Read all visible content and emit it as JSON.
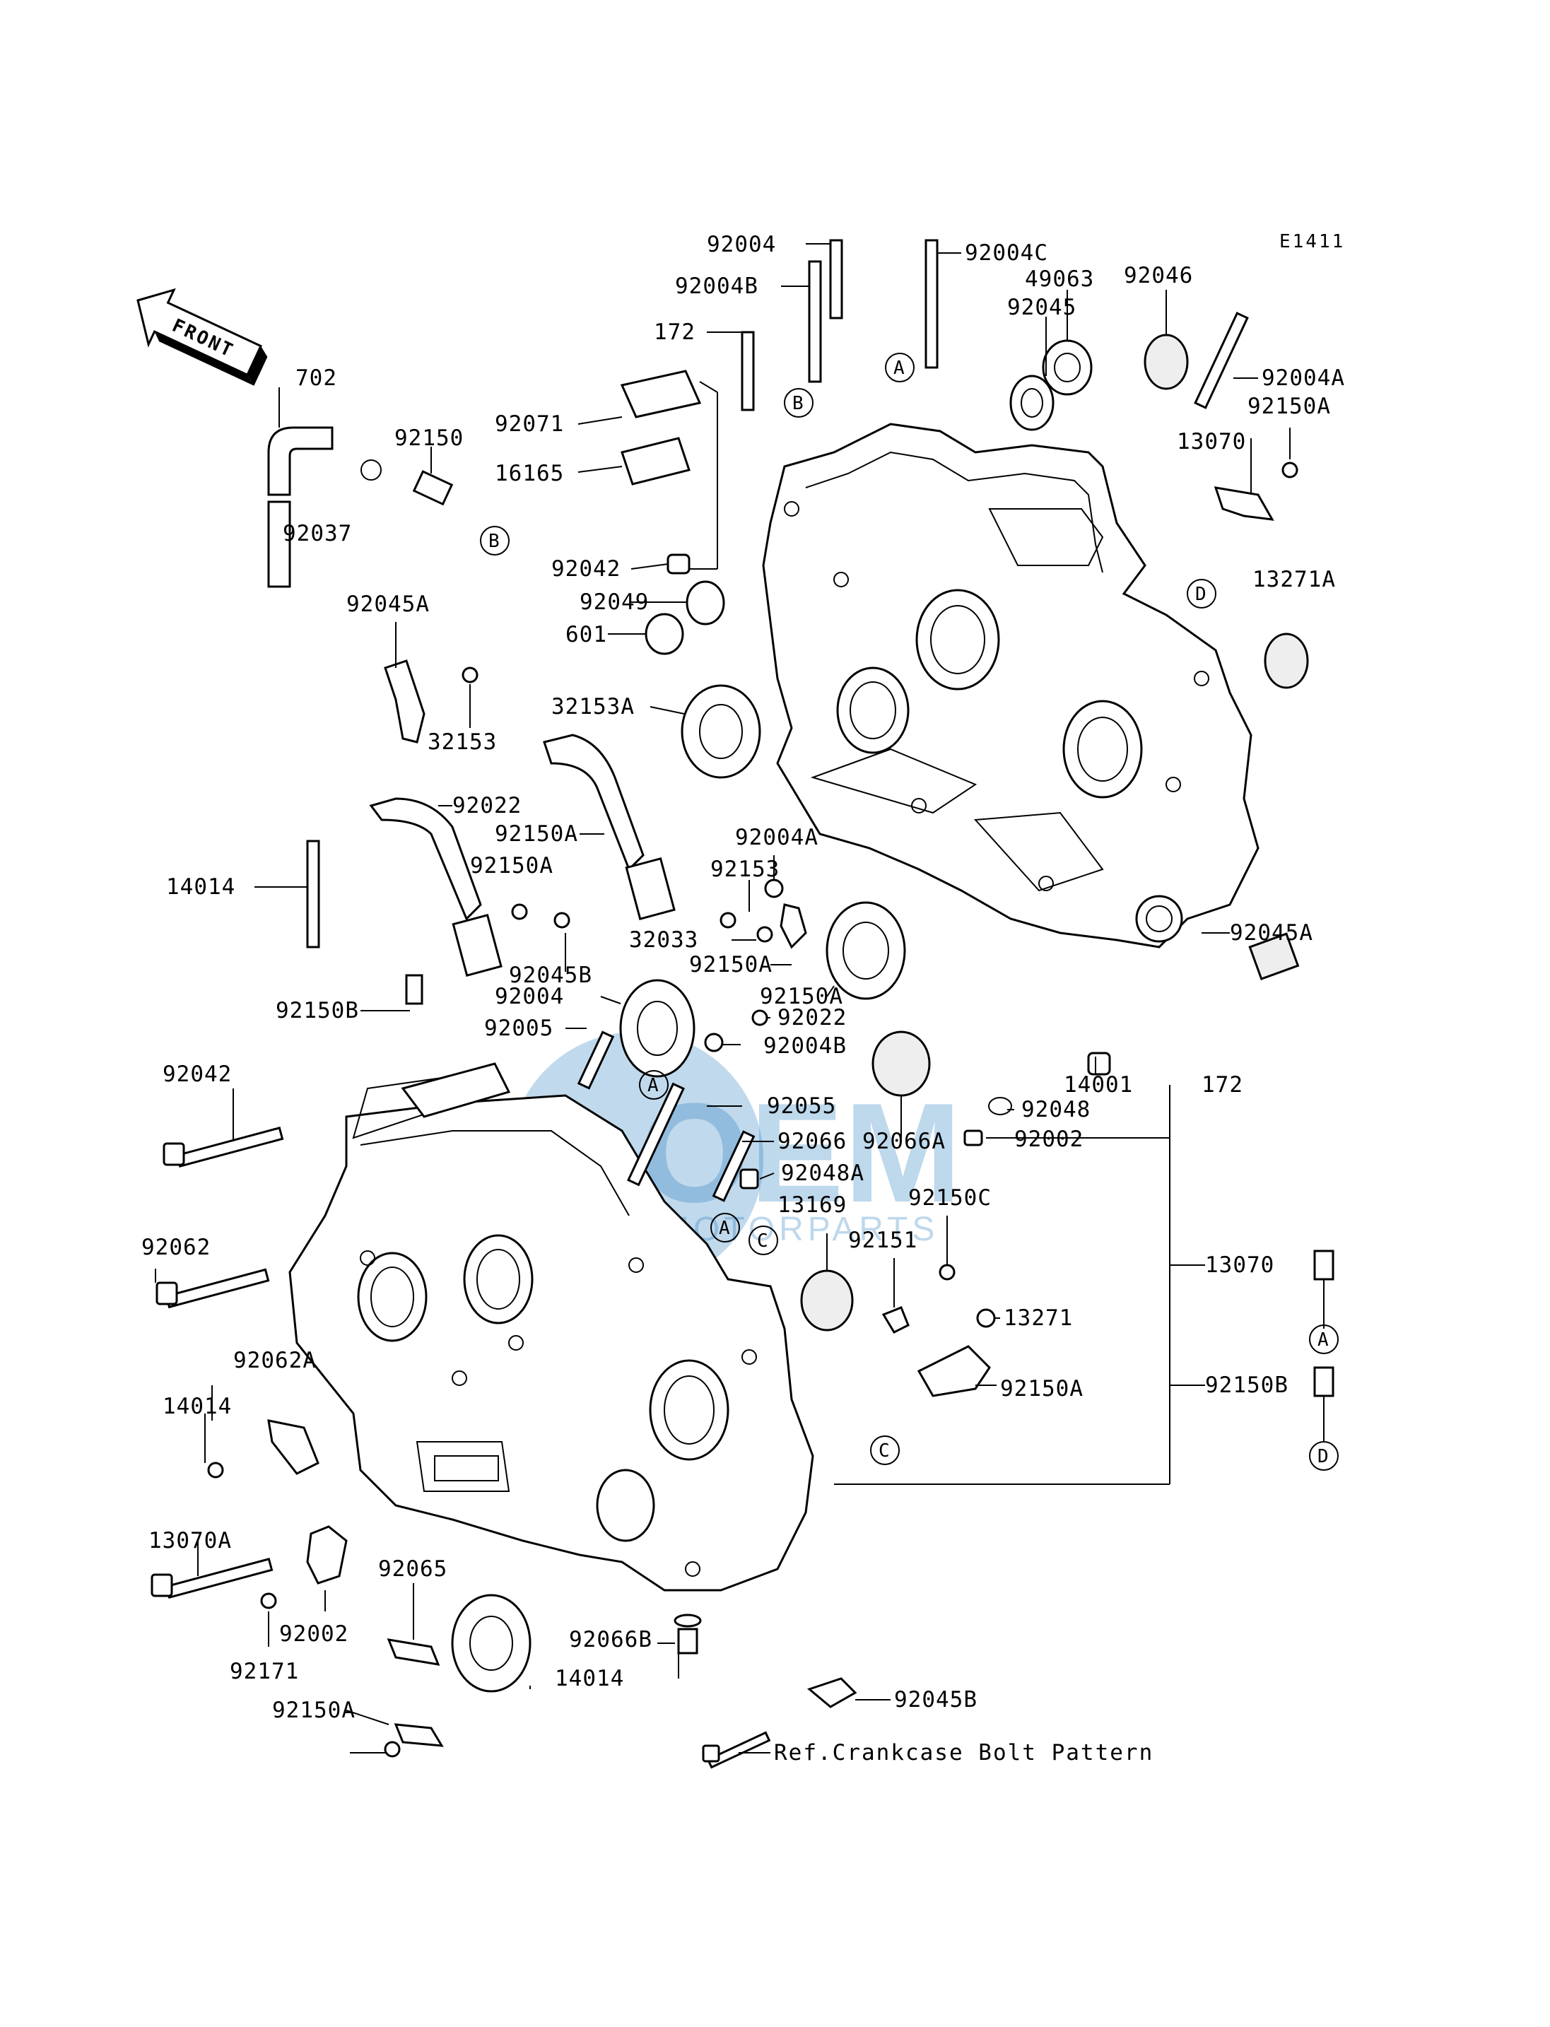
{
  "diagram_code": "E1411",
  "front_label": "FRONT",
  "reference_note": "Ref.Crankcase Bolt Pattern",
  "watermark": {
    "main": "OEM",
    "sub": "MOTORPARTS",
    "color": "#1b75bc"
  },
  "circle_refs": [
    "A",
    "B",
    "C",
    "D"
  ],
  "parts": [
    "92004",
    "92004C",
    "92004B",
    "49063",
    "92046",
    "92045",
    "172",
    "92004A",
    "702",
    "92071",
    "92150",
    "92150A",
    "16165",
    "13070",
    "92037",
    "92042",
    "92049",
    "601",
    "13271A",
    "92045A",
    "32153A",
    "32153",
    "92022",
    "92150A",
    "92004A",
    "92150A",
    "92153",
    "14014",
    "32033",
    "92150A",
    "92045A",
    "92045B",
    "92004",
    "92150A",
    "92005",
    "92022",
    "92150B",
    "92004B",
    "92042",
    "92055",
    "14001",
    "92048",
    "172",
    "92066A",
    "92066",
    "92002",
    "92048A",
    "92150C",
    "13169",
    "92062",
    "92151",
    "13070",
    "13271",
    "92062A",
    "92150A",
    "92150B",
    "14014",
    "13070A",
    "92065",
    "92002",
    "92066B",
    "92171",
    "14014",
    "92045B",
    "92150A"
  ]
}
